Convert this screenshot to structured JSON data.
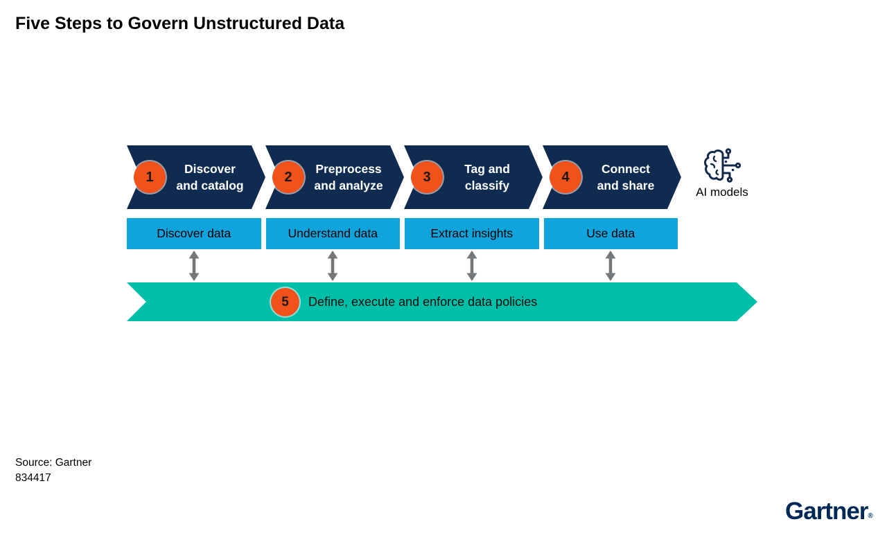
{
  "title": "Five Steps to Govern Unstructured Data",
  "colors": {
    "chevron_navy": "#0f2c50",
    "step_orange": "#f1511b",
    "activity_blue": "#10a3dc",
    "policy_teal": "#00bfa8",
    "arrow_gray": "#75787b",
    "logo_navy": "#002856"
  },
  "steps": [
    {
      "num": "1",
      "line1": "Discover",
      "line2": "and catalog"
    },
    {
      "num": "2",
      "line1": "Preprocess",
      "line2": "and analyze"
    },
    {
      "num": "3",
      "line1": "Tag and",
      "line2": "classify"
    },
    {
      "num": "4",
      "line1": "Connect",
      "line2": "and share"
    }
  ],
  "ai": {
    "icon": "brain-circuit-icon",
    "label": "AI models"
  },
  "activities": [
    "Discover data",
    "Understand data",
    "Extract insights",
    "Use data"
  ],
  "policy": {
    "num": "5",
    "label": "Define, execute and enforce data policies"
  },
  "source": {
    "line1": "Source: Gartner",
    "line2": "834417"
  },
  "logo": {
    "text": "Gartner",
    "reg": "®"
  }
}
